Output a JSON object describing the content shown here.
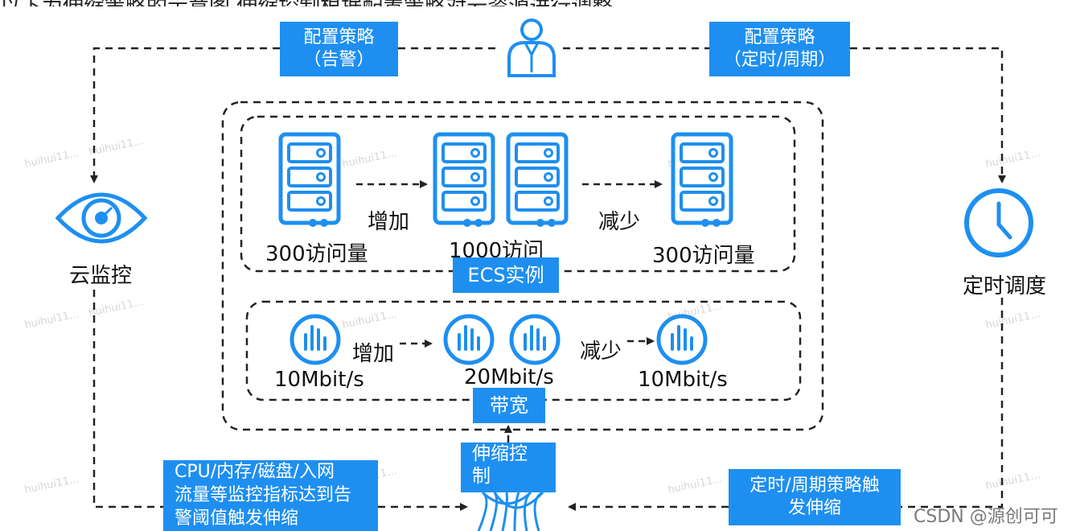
{
  "header_text": "以下为伸缩策略的示意图,伸缩控制根据配置策略对云资源进行调整",
  "top_left_box": {
    "line1": "配置策略",
    "line2": "（告警）"
  },
  "top_right_box": {
    "line1": "配置策略",
    "line2": "（定时/周期）"
  },
  "cloud_monitor_label": "云监控",
  "schedule_label": "定时调度",
  "ecs": {
    "badge": "ECS实例",
    "left_label": "300访问量",
    "middle_label": "1000访问",
    "right_label": "300访问量",
    "increase": "增加",
    "decrease": "减少"
  },
  "bandwidth": {
    "badge": "带宽",
    "left_label": "10Mbit/s",
    "middle_label": "20Mbit/s",
    "right_label": "10Mbit/s",
    "increase": "增加",
    "decrease": "减少"
  },
  "scale_control": {
    "line1": "伸缩控",
    "line2": "制"
  },
  "bottom_left_box": {
    "line1": "CPU/内存/磁盘/入网",
    "line2": "流量等监控指标达到告",
    "line3": "警阈值触发伸缩"
  },
  "bottom_right_box": {
    "line1": "定时/周期策略触",
    "line2": "发伸缩"
  },
  "credit": "CSDN @源创可可",
  "watermark": "huihui11...",
  "colors": {
    "accent": "#1e8ff0",
    "box_bg": "#1e8ff0",
    "line": "#222222"
  }
}
